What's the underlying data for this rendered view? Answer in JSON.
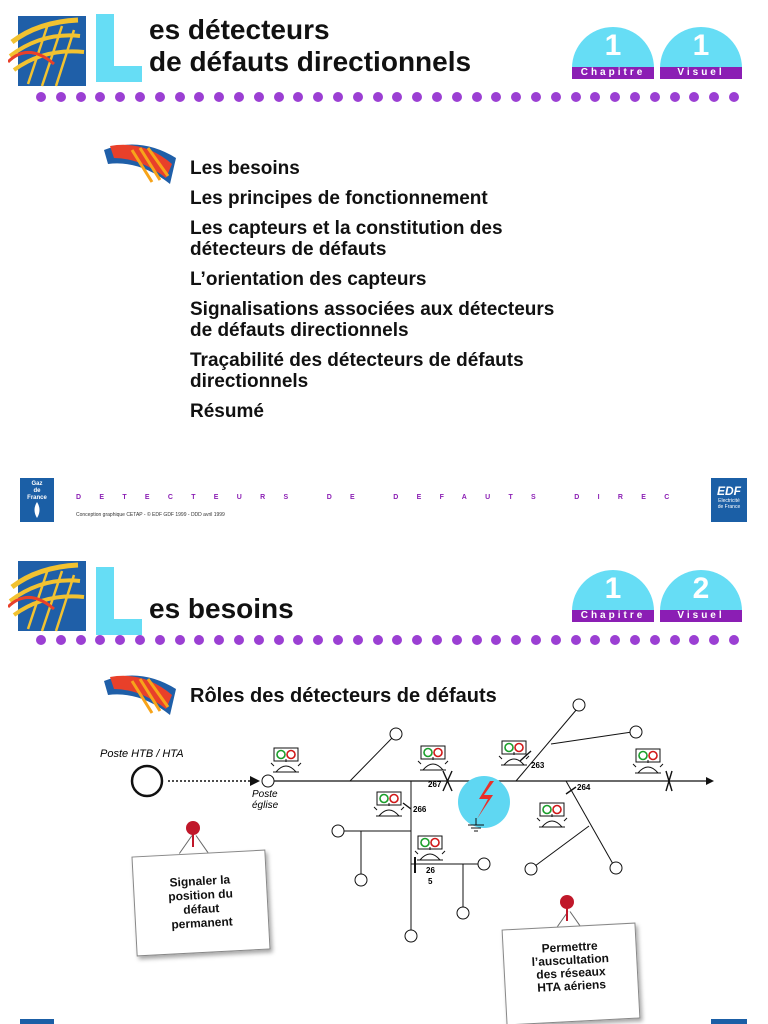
{
  "slide1": {
    "title_line1": "es détecteurs",
    "title_line2": "de défauts directionnels",
    "badge_chapitre": {
      "number": "1",
      "label": "Chapitre"
    },
    "badge_visuel": {
      "number": "1",
      "label": "Visuel"
    },
    "bullets": [
      {
        "line1": "Les besoins",
        "line2": ""
      },
      {
        "line1": "Les principes de fonctionnement",
        "line2": ""
      },
      {
        "line1": "Les capteurs et la constitution des",
        "line2": "détecteurs de défauts"
      },
      {
        "line1": "L’orientation des capteurs",
        "line2": ""
      },
      {
        "line1": "Signalisations associées aux détecteurs",
        "line2": "de défauts directionnels"
      },
      {
        "line1": "Traçabilité des détecteurs de défauts",
        "line2": "directionnels"
      },
      {
        "line1": "Résumé",
        "line2": ""
      }
    ],
    "footer": {
      "title": "DETECTEURS DE DEFAUTS DIRECTIONNELS",
      "credit": "Conception graphique CETAP - © EDF GDF 1999 - DDD avril 1999",
      "gdf_logo_text": [
        "Gaz",
        "de",
        "France"
      ],
      "edf_logo_text": {
        "brand": "EDF",
        "sub1": "Electricité",
        "sub2": "de France"
      }
    }
  },
  "slide2": {
    "title": "es besoins",
    "badge_chapitre": {
      "number": "1",
      "label": "Chapitre"
    },
    "badge_visuel": {
      "number": "2",
      "label": "Visuel"
    },
    "subtitle": "Rôles des détecteurs de défauts",
    "diagram": {
      "poste_htb": "Poste HTB / HTA",
      "poste_eglise_1": "Poste",
      "poste_eglise_2": "église",
      "labels": {
        "l263": "263",
        "l264": "264",
        "l265a": "26",
        "l265b": "5",
        "l266": "266",
        "l267": "267"
      }
    },
    "note_left": [
      "Signaler la",
      "position du",
      "défaut",
      "permanent"
    ],
    "note_right": [
      "Permettre",
      "l’auscultation",
      "des réseaux",
      "HTA aériens"
    ]
  },
  "colors": {
    "accent_cyan": "#66ddf5",
    "accent_purple": "#8b1eb4",
    "dot_purple": "#9b3fd3",
    "logo_blue": "#1b5fa6"
  }
}
